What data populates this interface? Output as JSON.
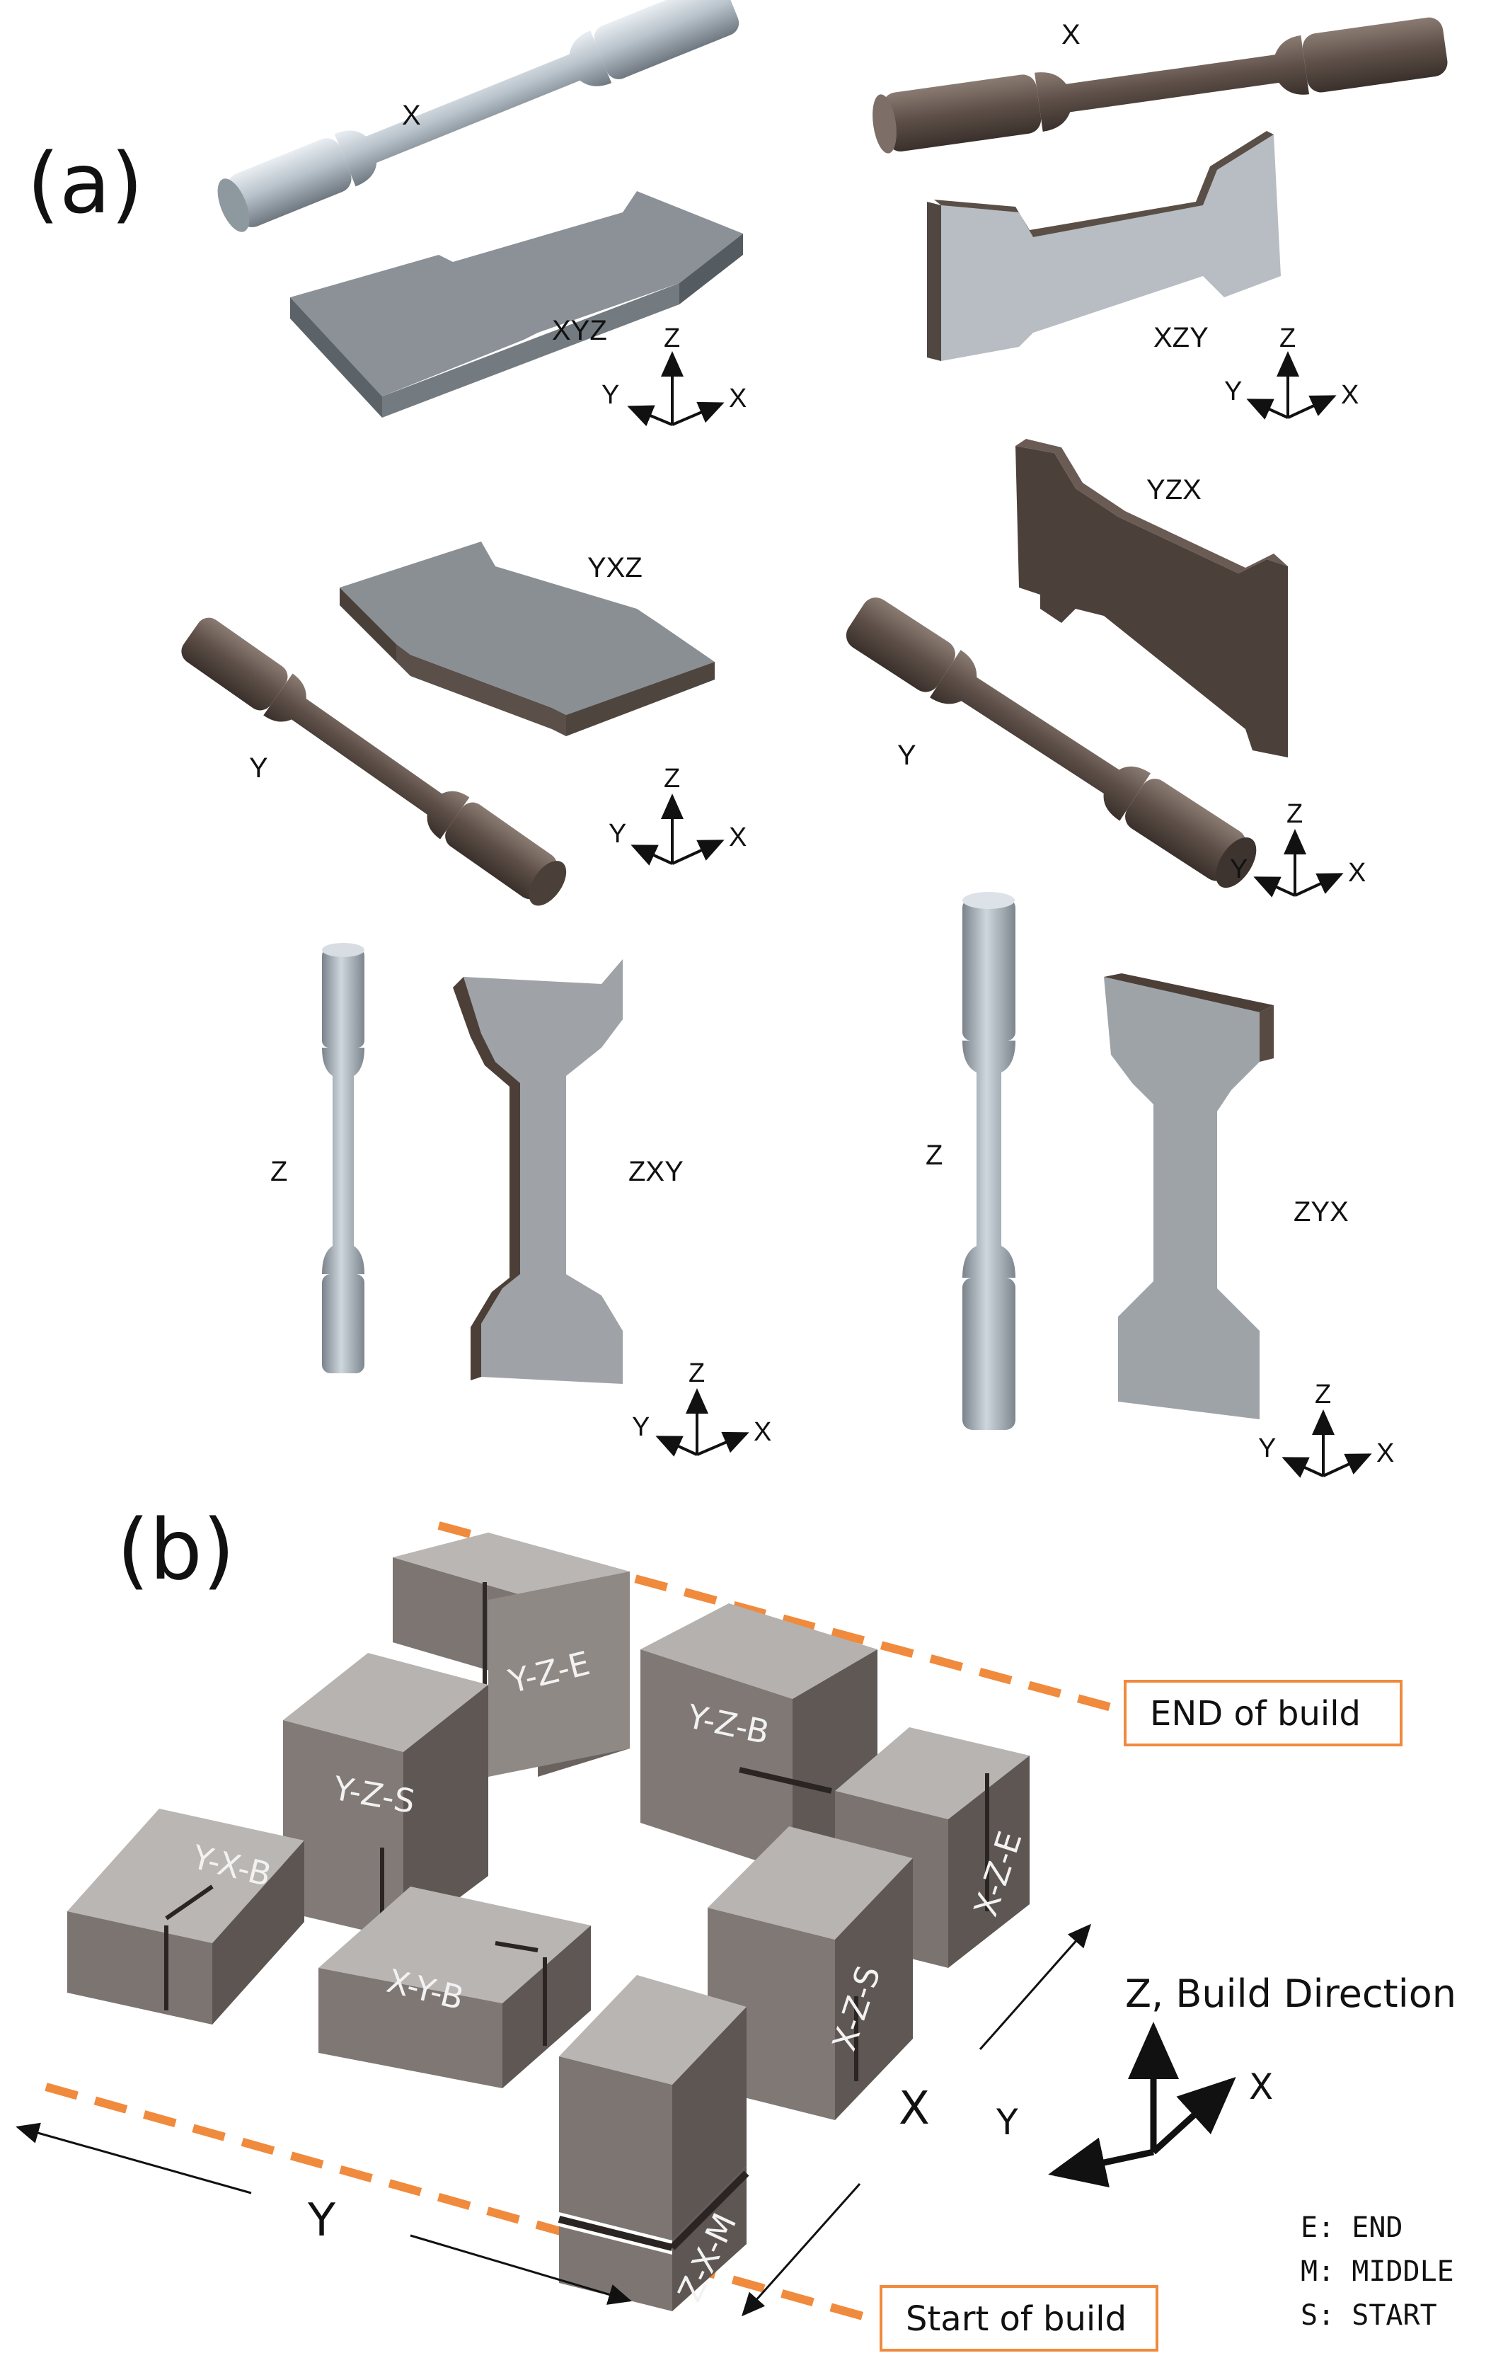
{
  "panels": {
    "a": "(a)",
    "b": "(b)"
  },
  "specimens": {
    "x_rod": "X",
    "xyz": "XYZ",
    "x_rod_2": "X",
    "xzy": "XZY",
    "yxz": "YXZ",
    "y_rod": "Y",
    "yzx": "YZX",
    "y_rod_2": "Y",
    "z_rod": "Z",
    "zxy": "ZXY",
    "z_rod_2": "Z",
    "zyx": "ZYX"
  },
  "axes": {
    "z": "Z",
    "y": "Y",
    "x": "X"
  },
  "blocks": {
    "yze": "Y-Z-E",
    "yzb": "Y-Z-B",
    "yzs": "Y-Z-S",
    "yxb": "Y-X-B",
    "xyb": "X-Y-B",
    "xzs": "X-Z-S",
    "xze": "X-Z-E",
    "zxm": "Z-X-M"
  },
  "build": {
    "end_label": "END of build",
    "start_label": "Start of build",
    "direction_label": "Z, Build Direction",
    "axis_x": "X",
    "axis_y": "Y",
    "dim_x": "X",
    "dim_y": "Y",
    "accent_color": "#f08a3c"
  },
  "legend": {
    "e": "E: END",
    "m": "M: MIDDLE",
    "s": "S: START"
  }
}
